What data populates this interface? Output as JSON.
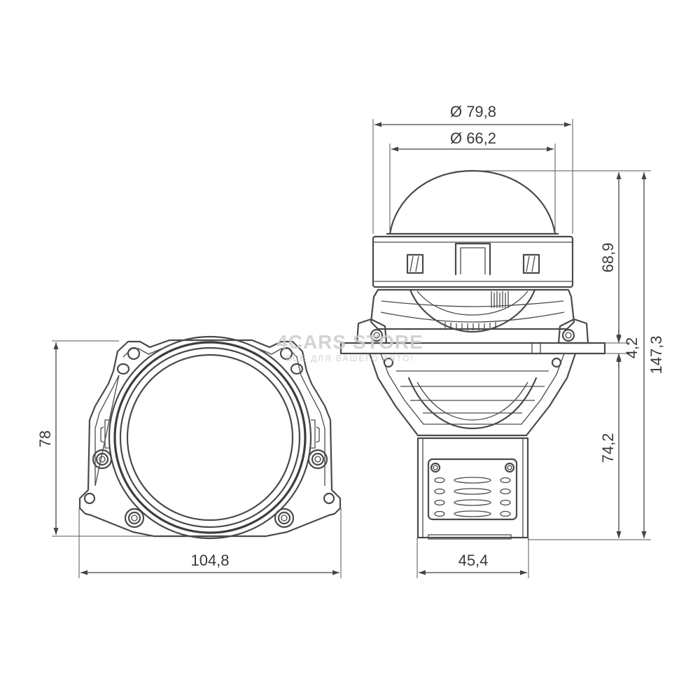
{
  "dimensions": {
    "diameter_outer": "Ø 79,8",
    "diameter_inner": "Ø 66,2",
    "height_upper": "68,9",
    "flange_thickness": "4,2",
    "height_total": "147,3",
    "height_lower": "74,2",
    "width_base": "45,4",
    "front_width": "104,8",
    "front_height": "78"
  },
  "watermark": {
    "brand": "4CARS STORE",
    "tagline": "ВСЕ ДЛЯ ВАШЕГО АВТО!"
  },
  "colors": {
    "line": "#4a4a4a",
    "text": "#3a3a3a",
    "watermark": "#cccccc"
  }
}
